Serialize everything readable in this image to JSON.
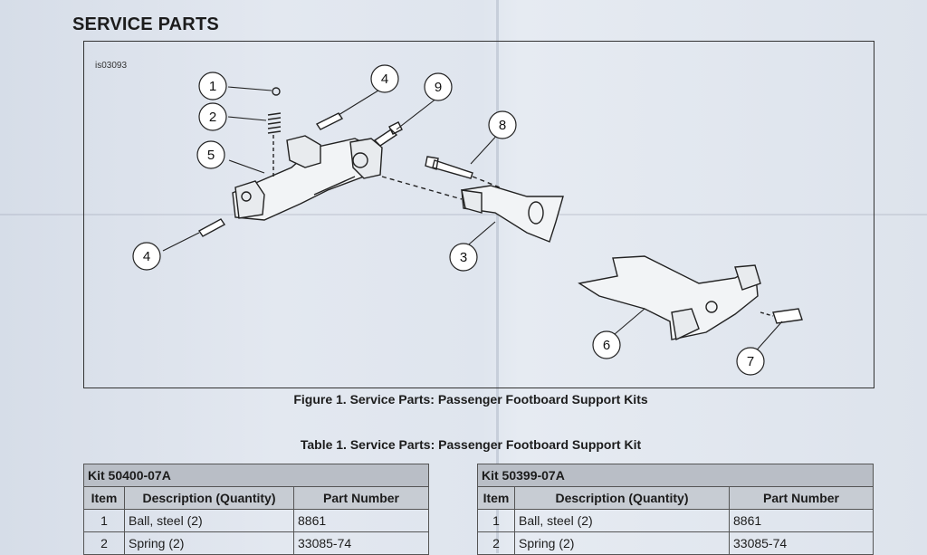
{
  "section_title": "SERVICE PARTS",
  "figure": {
    "id": "is03093",
    "callouts": [
      "1",
      "2",
      "3",
      "4",
      "4",
      "5",
      "6",
      "7",
      "8",
      "9"
    ],
    "caption": "Figure 1. Service Parts: Passenger Footboard Support Kits"
  },
  "table": {
    "caption": "Table 1. Service Parts: Passenger Footboard Support Kit",
    "headers": {
      "item": "Item",
      "desc": "Description (Quantity)",
      "part": "Part Number"
    },
    "kits": [
      {
        "name": "Kit 50400-07A",
        "rows": [
          {
            "item": "1",
            "desc": "Ball, steel (2)",
            "part": "8861"
          },
          {
            "item": "2",
            "desc": "Spring (2)",
            "part": "33085-74"
          }
        ]
      },
      {
        "name": "Kit 50399-07A",
        "rows": [
          {
            "item": "1",
            "desc": "Ball, steel (2)",
            "part": "8861"
          },
          {
            "item": "2",
            "desc": "Spring (2)",
            "part": "33085-74"
          }
        ]
      }
    ]
  }
}
